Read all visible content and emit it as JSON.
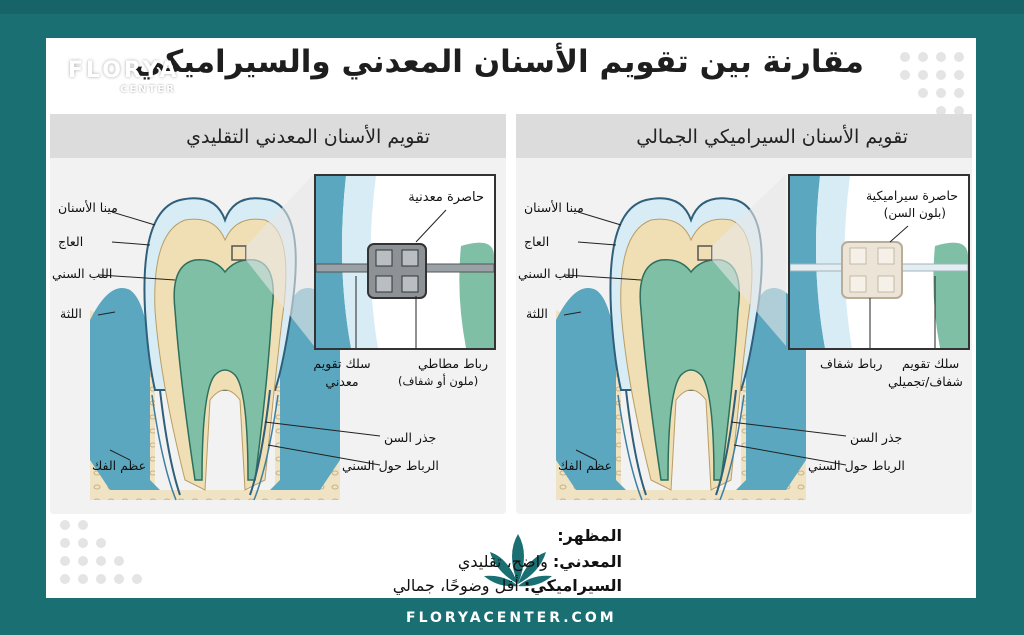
{
  "title": "مقارنة بين تقويم الأسنان المعدني والسيراميكي",
  "logo": {
    "brand": "FLORYA",
    "sub": "CENTER"
  },
  "left_panel": {
    "title": "تقويم الأسنان المعدني التقليدي",
    "labels": {
      "enamel": "مينا الأسنان",
      "dentin": "العاج",
      "pulp": "اللب السني",
      "gum": "اللثة",
      "root": "جذر السن",
      "ligament": "الرباط حول السني",
      "bone": "عظم الفك",
      "bracket": "حاصرة معدنية",
      "wire_line1": "سلك تقويم",
      "wire_line2": "معدني",
      "elastic_line1": "رباط مطاطي",
      "elastic_line2": "(ملون أو شفاف)"
    }
  },
  "right_panel": {
    "title": "تقويم الأسنان السيراميكي الجمالي",
    "labels": {
      "enamel": "مينا الأسنان",
      "dentin": "العاج",
      "pulp": "اللب السني",
      "gum": "اللثة",
      "root": "جذر السن",
      "ligament": "الرباط حول السني",
      "bone": "عظم الفك",
      "bracket_line1": "حاصرة سيراميكية",
      "bracket_line2": "(بلون السن)",
      "elastic": "رباط شفاف",
      "wire_line1": "سلك تقويم",
      "wire_line2": "شفاف/تجميلي"
    }
  },
  "bottom": {
    "heading": "المظهر:",
    "metal_label": "المعدني:",
    "metal_text": "واضح، تقليدي",
    "ceramic_label": "السيراميكي:",
    "ceramic_text": "أقل وضوحًا، جمالي"
  },
  "site": "FLORYACENTER.COM",
  "colors": {
    "frame": "#1a6f73",
    "enamel": "#d8ecf5",
    "dentin": "#f0dfb4",
    "pulp": "#7fbfa6",
    "gum": "#5aa7bf",
    "bone": "#efe3c3",
    "bracket_metal": "#8d9297",
    "bracket_ceramic": "#ece4d6"
  }
}
